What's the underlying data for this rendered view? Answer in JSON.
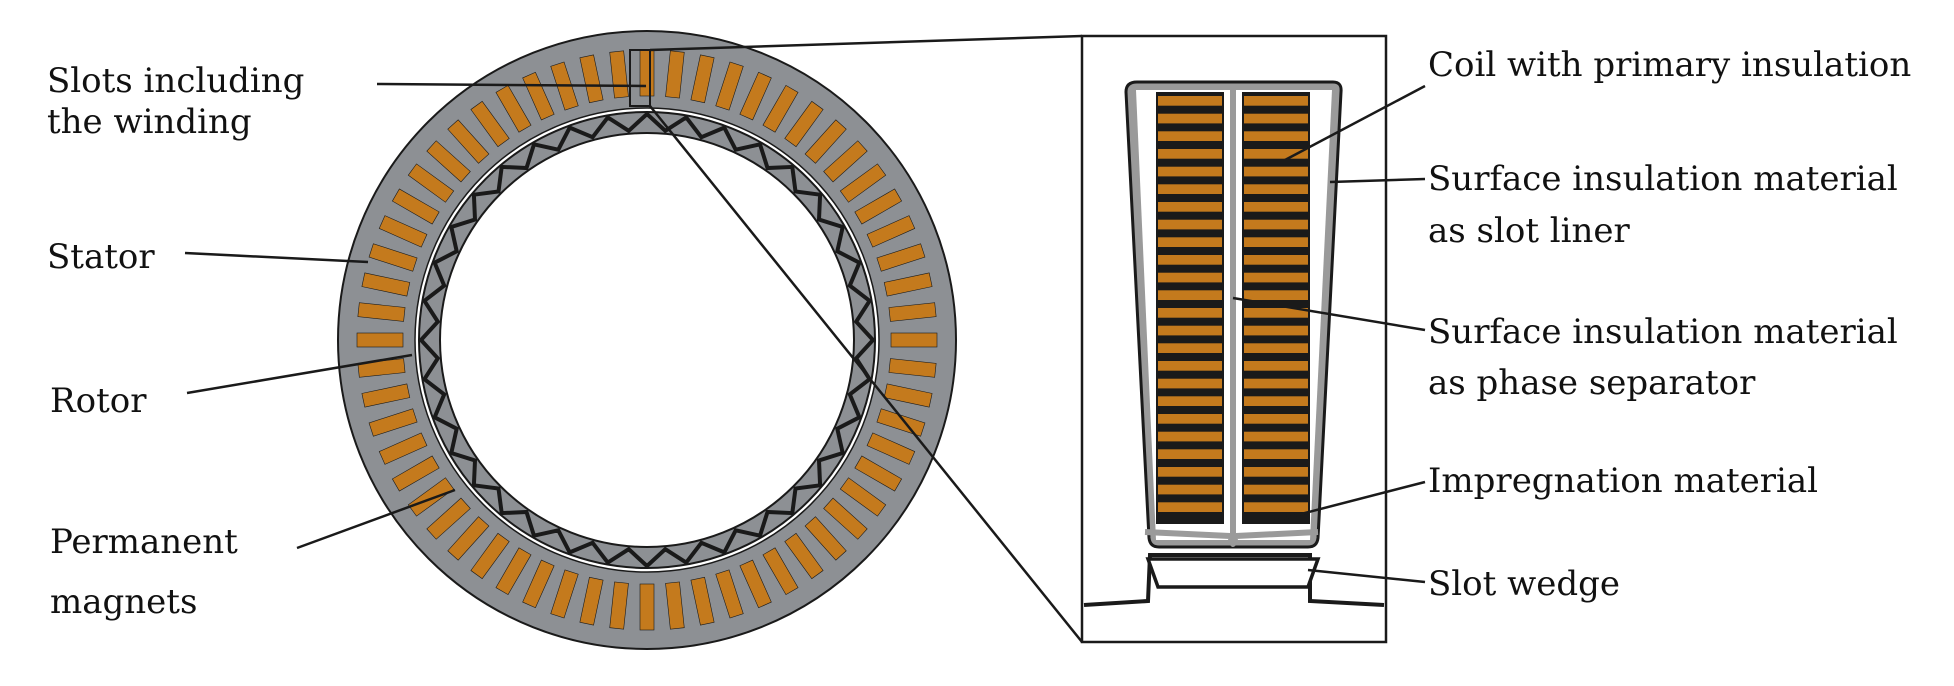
{
  "colors": {
    "steel": "#8d9094",
    "copper": "#c47a1d",
    "insulation": "#9a9a9a",
    "outline": "#1a1a1a",
    "background": "#ffffff"
  },
  "counts": {
    "stator_slots": 60,
    "rotor_magnet_zigzags": 36,
    "coil_turns_per_column": 24
  },
  "labels": {
    "left": {
      "slots_line1": "Slots including",
      "slots_line2": "the winding",
      "stator": "Stator",
      "rotor": "Rotor",
      "magnets_line1": "Permanent",
      "magnets_line2": "magnets"
    },
    "right": {
      "coil": "Coil with primary insulation",
      "liner_line1": "Surface insulation material",
      "liner_line2": "as slot liner",
      "separator_line1": "Surface insulation material",
      "separator_line2": "as phase separator",
      "impregnation": "Impregnation material",
      "wedge": "Slot wedge"
    }
  }
}
